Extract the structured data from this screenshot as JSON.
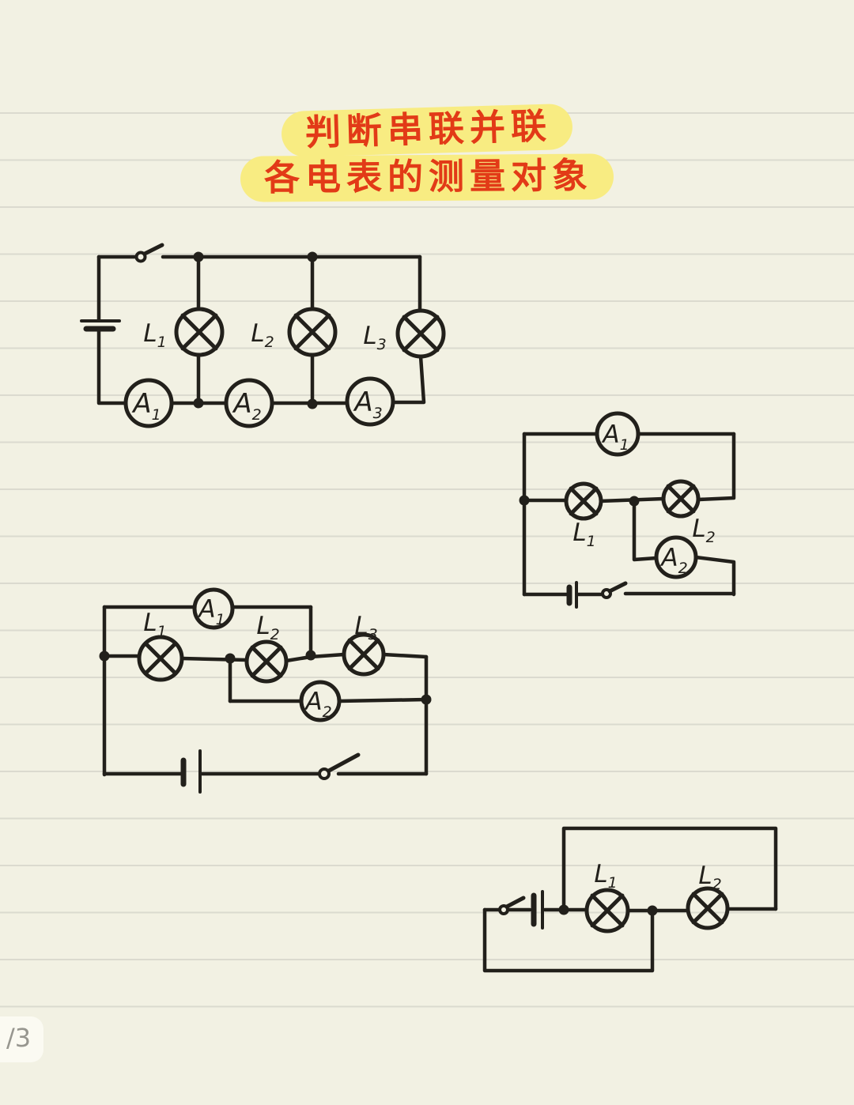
{
  "title": {
    "line1": "判断串联并联",
    "line2": "各电表的测量对象",
    "text_color": "#e23a17",
    "highlight_color": "#f8ec82"
  },
  "page": {
    "indicator": "/3",
    "background_color": "#f2f1e3",
    "line_color": "#dbdacf",
    "ink_color": "#22201b"
  },
  "circuits": [
    {
      "name": "three parallel lamps with three ammeters in bottom rail",
      "lamps": [
        {
          "sym": "L",
          "sub": "1"
        },
        {
          "sym": "L",
          "sub": "2"
        },
        {
          "sym": "L",
          "sub": "3"
        }
      ],
      "ammeters": [
        {
          "sym": "A",
          "sub": "1"
        },
        {
          "sym": "A",
          "sub": "2"
        },
        {
          "sym": "A",
          "sub": "3"
        }
      ]
    },
    {
      "name": "two lamps with ammeter A1 on top branch and A2 on middle branch",
      "lamps": [
        {
          "sym": "L",
          "sub": "1"
        },
        {
          "sym": "L",
          "sub": "2"
        }
      ],
      "ammeters": [
        {
          "sym": "A",
          "sub": "1"
        },
        {
          "sym": "A",
          "sub": "2"
        }
      ]
    },
    {
      "name": "three lamps with ammeter A1 bypassing L1-L2 and A2 bypassing L3",
      "lamps": [
        {
          "sym": "L",
          "sub": "1"
        },
        {
          "sym": "L",
          "sub": "2"
        },
        {
          "sym": "L",
          "sub": "3"
        }
      ],
      "ammeters": [
        {
          "sym": "A",
          "sub": "1"
        },
        {
          "sym": "A",
          "sub": "2"
        }
      ]
    },
    {
      "name": "two lamps in parallel via outer loops, battery and switch",
      "lamps": [
        {
          "sym": "L",
          "sub": "1"
        },
        {
          "sym": "L",
          "sub": "2"
        }
      ],
      "ammeters": []
    }
  ]
}
